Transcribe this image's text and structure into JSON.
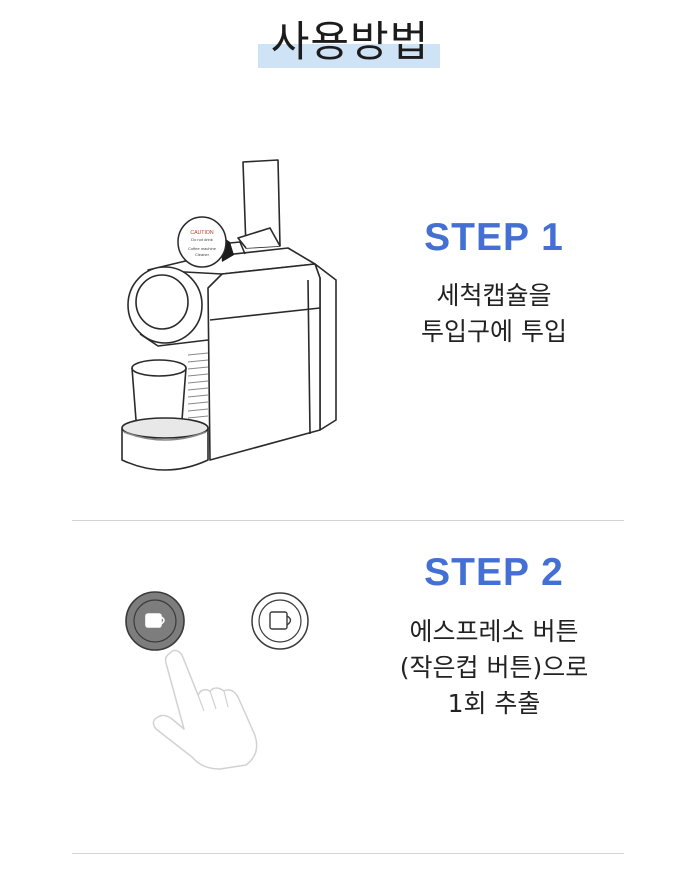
{
  "header": {
    "title": "사용방법"
  },
  "steps": [
    {
      "label": "STEP 1",
      "lines": [
        "세척캡슐을",
        "투입구에 투입"
      ]
    },
    {
      "label": "STEP 2",
      "lines": [
        "에스프레소 버튼",
        "(작은컵 버튼)으로",
        "1회 추출"
      ]
    }
  ],
  "capsule": {
    "lines": [
      "CAUTION",
      "Do not drink",
      "Coffee machine",
      "Cleaner"
    ]
  },
  "icons": {
    "espresso_button": "small-cup-icon",
    "lungo_button": "large-cup-icon",
    "hand": "pointing-hand-icon"
  },
  "colors": {
    "accent": "#4470d4",
    "highlight": "#cfe3f6",
    "divider": "#d4d4d4"
  }
}
